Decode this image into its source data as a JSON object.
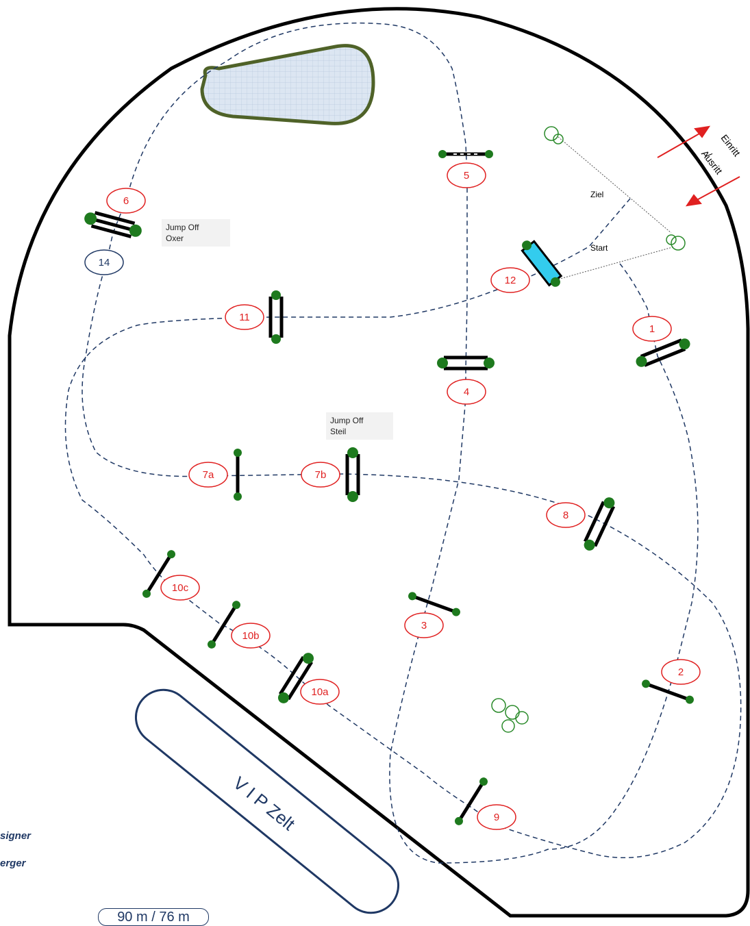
{
  "course": {
    "jumps": [
      {
        "id": "j1",
        "label": "1"
      },
      {
        "id": "j2",
        "label": "2"
      },
      {
        "id": "j3",
        "label": "3"
      },
      {
        "id": "j4",
        "label": "4"
      },
      {
        "id": "j5",
        "label": "5"
      },
      {
        "id": "j6",
        "label": "6"
      },
      {
        "id": "j7a",
        "label": "7a"
      },
      {
        "id": "j7b",
        "label": "7b"
      },
      {
        "id": "j8",
        "label": "8"
      },
      {
        "id": "j9",
        "label": "9"
      },
      {
        "id": "j10a",
        "label": "10a"
      },
      {
        "id": "j10b",
        "label": "10b"
      },
      {
        "id": "j10c",
        "label": "10c"
      },
      {
        "id": "j11",
        "label": "11"
      },
      {
        "id": "j12",
        "label": "12"
      },
      {
        "id": "j14",
        "label": "14"
      }
    ],
    "ziel_label": "Ziel",
    "start_label": "Start",
    "entrance_label_1": "Einritt",
    "entrance_label_2": "/",
    "entrance_label_3": "Ausritt",
    "vip_label": "V I P Zelt",
    "jumpoff_oxer_1": "Jump Off",
    "jumpoff_oxer_2": "Oxer",
    "jumpoff_steil_1": "Jump Off",
    "jumpoff_steil_2": "Steil",
    "credit_1": "signer",
    "credit_2": "erger",
    "scale": "90 m / 76 m"
  },
  "colors": {
    "route": "#1f3864",
    "jump_label": "#e02020",
    "hedge": "#1e7a1e",
    "pond_border": "#4f6228",
    "arrow": "#e02020",
    "water_jump": "#33ccee"
  }
}
